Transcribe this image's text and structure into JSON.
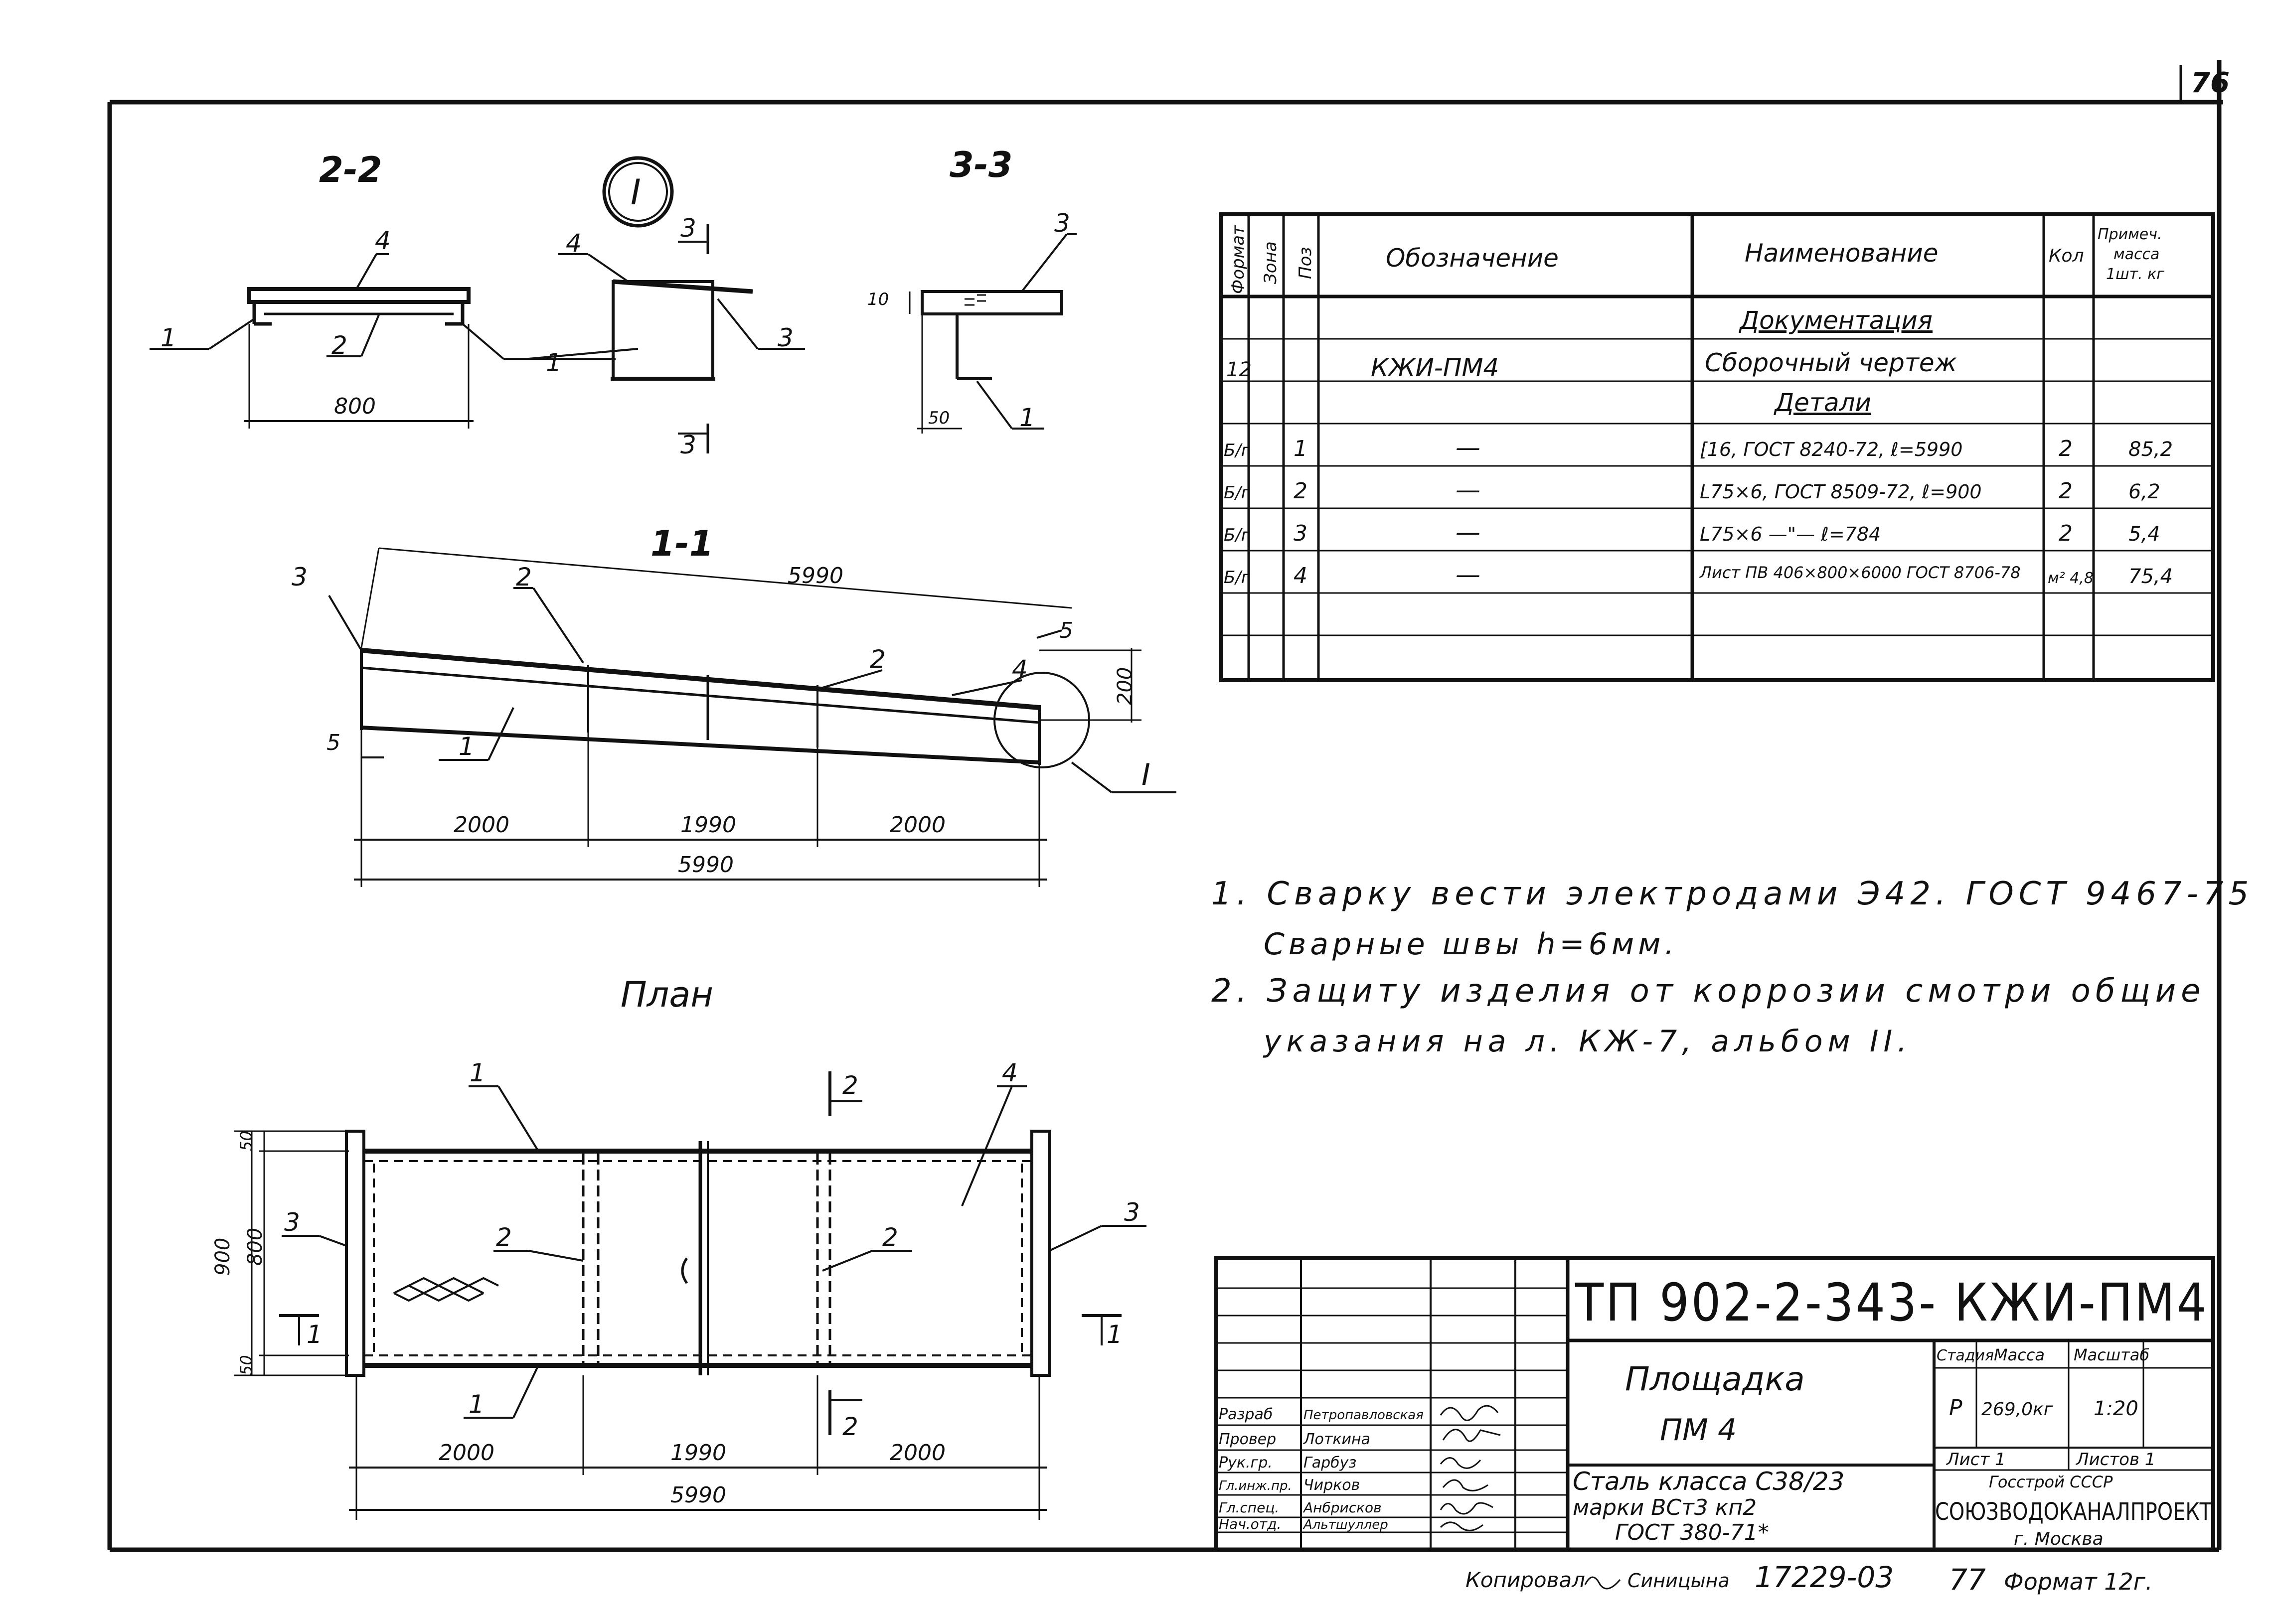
{
  "sheet": {
    "page_number": "76",
    "copied_by": "Копировал",
    "copied_name": "Синицына",
    "order_number": "17229-03",
    "format_number": "77",
    "format_label": "Формат 12г."
  },
  "views": {
    "section_2_2": {
      "title": "2-2",
      "positions": [
        "4",
        "1",
        "2"
      ],
      "dim_width": "800"
    },
    "node_I": {
      "label": "I",
      "positions": [
        "4",
        "1",
        "3"
      ],
      "cut_mark": "3"
    },
    "section_3_3": {
      "title": "3-3",
      "positions": [
        "3",
        "1"
      ],
      "dim_10": "10",
      "dim_50": "50"
    },
    "section_1_1": {
      "title": "1-1",
      "positions": [
        "3",
        "2",
        "2",
        "4",
        "1",
        "5",
        "5"
      ],
      "dim_incline": "5990",
      "dim_height": "200",
      "node_ref": "I",
      "dims": [
        "2000",
        "1990",
        "2000"
      ],
      "dim_total": "5990"
    },
    "plan": {
      "title": "План",
      "positions": [
        "1",
        "4",
        "3",
        "3",
        "2",
        "2",
        "1"
      ],
      "dims_vertical": [
        "50",
        "800",
        "50"
      ],
      "dim_width": "900",
      "cut_1": "1",
      "cut_2": "2",
      "dims": [
        "2000",
        "1990",
        "2000"
      ],
      "dim_total": "5990"
    }
  },
  "spec_table": {
    "headers": [
      "Формат",
      "Зона",
      "Поз",
      "Обозначение",
      "Наименование",
      "Кол",
      "Примеч. масса 1шт. кг"
    ],
    "rows": [
      {
        "format": "",
        "zone": "",
        "pos": "",
        "designation": "",
        "name": "Документация",
        "qty": "",
        "note": ""
      },
      {
        "format": "12",
        "zone": "",
        "pos": "",
        "designation": "КЖИ-ПМ4",
        "name": "Сборочный чертеж",
        "qty": "",
        "note": ""
      },
      {
        "format": "",
        "zone": "",
        "pos": "",
        "designation": "",
        "name": "Детали",
        "qty": "",
        "note": ""
      },
      {
        "format": "Б/г",
        "zone": "",
        "pos": "1",
        "designation": "—",
        "name": "[16, ГОСТ 8240-72, ℓ=5990",
        "qty": "2",
        "note": "85,2"
      },
      {
        "format": "Б/г",
        "zone": "",
        "pos": "2",
        "designation": "—",
        "name": "L75×6, ГОСТ 8509-72, ℓ=900",
        "qty": "2",
        "note": "6,2"
      },
      {
        "format": "Б/г",
        "zone": "",
        "pos": "3",
        "designation": "—",
        "name": "L75×6 —\"— ℓ=784",
        "qty": "2",
        "note": "5,4"
      },
      {
        "format": "Б/г",
        "zone": "",
        "pos": "4",
        "designation": "—",
        "name": "Лист ПВ 406×800×6000 ГОСТ 8706-78",
        "qty": "м² 4,8",
        "note": "75,4"
      }
    ]
  },
  "notes": [
    "1. Сварку вести электродами Э42. ГОСТ 9467-75",
    "Сварные швы h=6мм.",
    "2. Защиту изделия от коррозии смотри общие",
    "указания на л. КЖ-7, альбом II."
  ],
  "title_block": {
    "document_code": "ТП 902-2-343- КЖИ-ПМ4",
    "title": "Площадка",
    "subtitle": "ПМ 4",
    "material_1": "Сталь класса С38/23",
    "material_2": "марки ВСт3 кп2",
    "material_3": "ГОСТ 380-71*",
    "stage_label": "Стадия",
    "mass_label": "Масса",
    "scale_label": "Масштаб",
    "stage": "Р",
    "mass": "269,0кг",
    "scale": "1:20",
    "sheet_label": "Лист 1",
    "sheets_label": "Листов 1",
    "org_1": "Госстрой СССР",
    "org_2": "СОЮЗВОДОКАНАЛПРОЕКТ",
    "org_3": "г. Москва",
    "signatures": [
      {
        "role": "Разраб",
        "name": "Петропавловская"
      },
      {
        "role": "Провер",
        "name": "Лоткина"
      },
      {
        "role": "Рук.гр.",
        "name": "Гарбуз"
      },
      {
        "role": "Гл.инж.пр.",
        "name": "Чирков"
      },
      {
        "role": "Гл.спец.",
        "name": "Анбрисков"
      },
      {
        "role": "Нач.отд.",
        "name": "Альтшуллер"
      }
    ]
  }
}
